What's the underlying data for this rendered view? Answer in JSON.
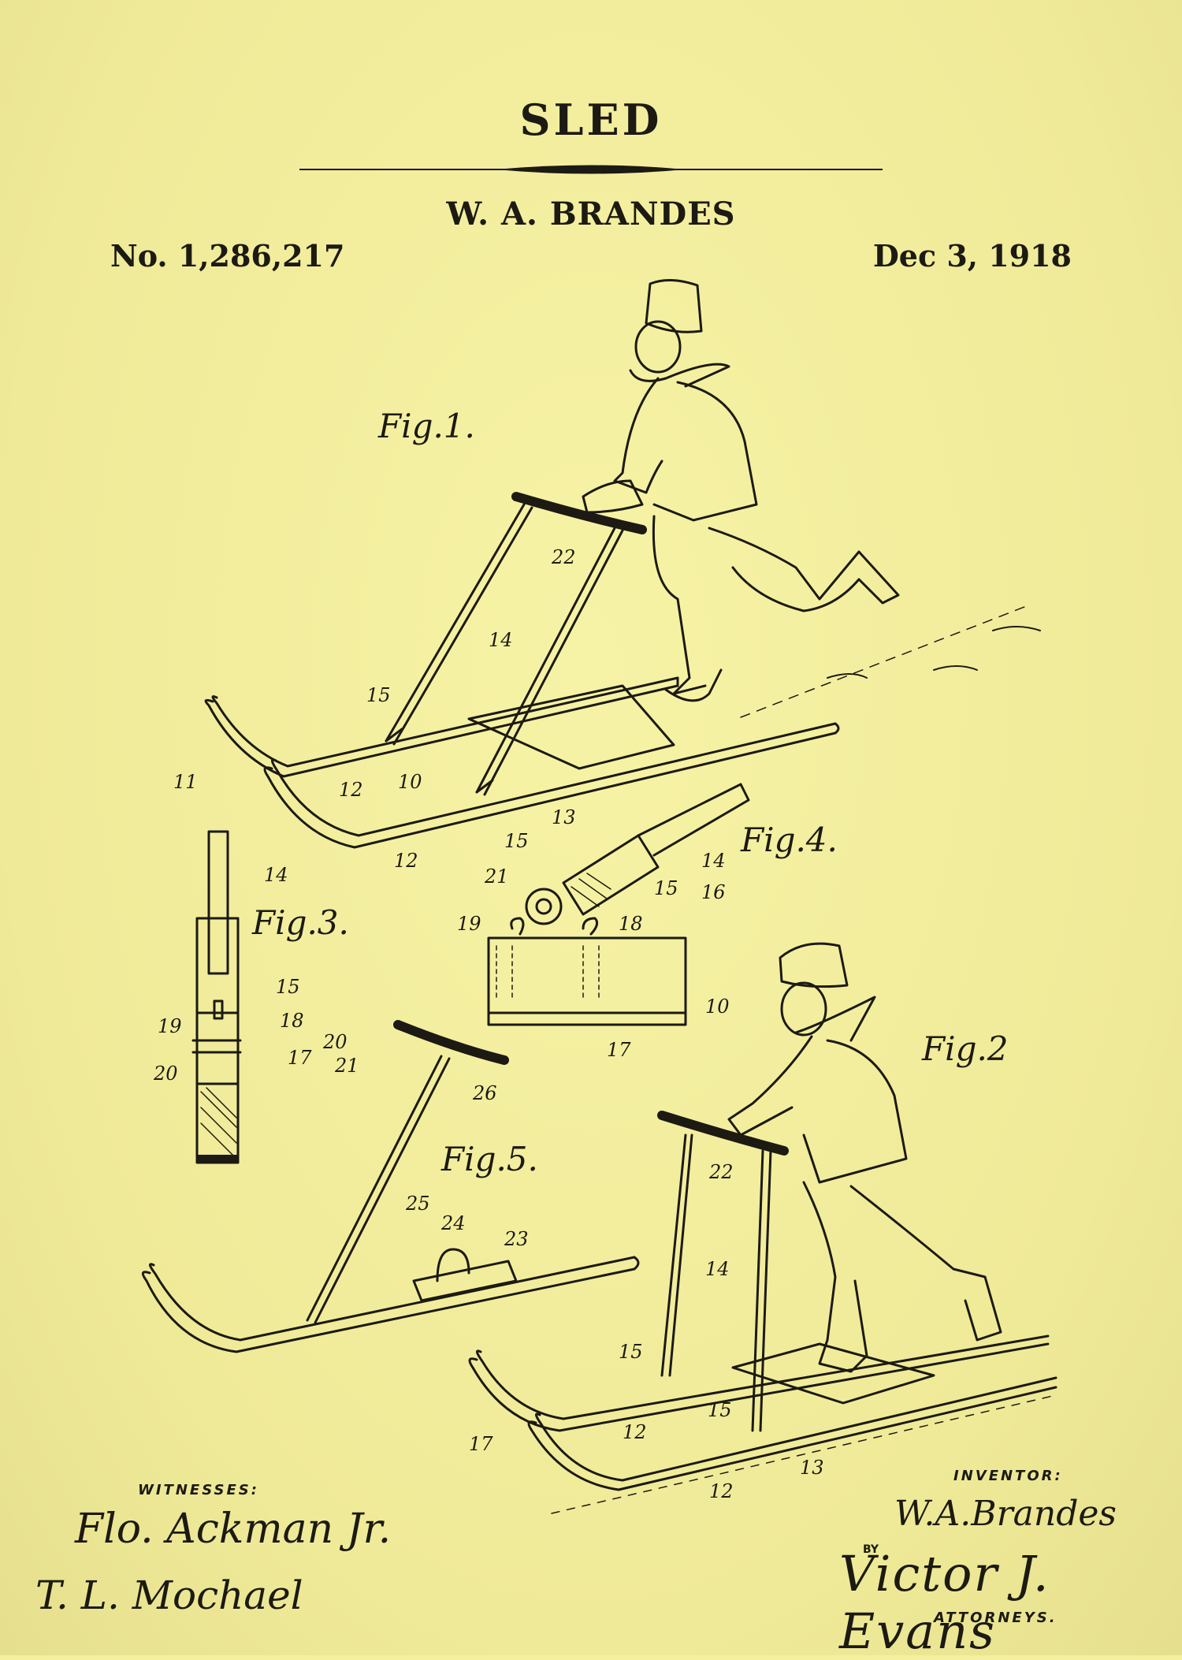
{
  "header": {
    "title": "SLED",
    "inventor_name": "W. A. BRANDES",
    "patent_number": "No. 1,286,217",
    "date": "Dec 3, 1918"
  },
  "figures": {
    "fig1": "Fig.1.",
    "fig2": "Fig.2",
    "fig3": "Fig.3.",
    "fig4": "Fig.4.",
    "fig5": "Fig.5."
  },
  "reference_numerals": {
    "fig1": [
      "22",
      "14",
      "15",
      "11",
      "12",
      "10",
      "13",
      "15",
      "12"
    ],
    "fig2": [
      "22",
      "14",
      "15",
      "15",
      "17",
      "12",
      "13",
      "12"
    ],
    "fig3": [
      "14",
      "15",
      "18",
      "19",
      "20",
      "20",
      "17",
      "21"
    ],
    "fig4": [
      "14",
      "15",
      "16",
      "21",
      "19",
      "18",
      "10",
      "17"
    ],
    "fig5": [
      "26",
      "25",
      "24",
      "23"
    ]
  },
  "footer": {
    "witnesses_label": "WITNESSES:",
    "witness_signature_1": "Flo. Ackman Jr.",
    "witness_signature_2": "T. L. Mochael",
    "inventor_label": "INVENTOR:",
    "inventor_signature": "W.A.Brandes",
    "by_label": "BY",
    "attorney_signature": "Victor J. Evans",
    "attorneys_label": "ATTORNEYS."
  },
  "colors": {
    "paper": "#f4f0a0",
    "ink": "#1c1a12"
  }
}
